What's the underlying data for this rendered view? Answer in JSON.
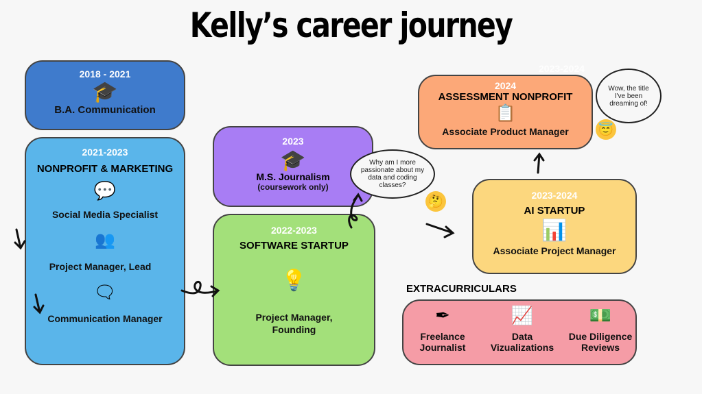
{
  "title": "Kelly’s career journey",
  "education_ba": {
    "years": "2018 - 2021",
    "degree": "B.A. Communication",
    "icon": "graduation-cap-icon"
  },
  "nonprofit_marketing": {
    "years": "2021-2023",
    "heading": "NONPROFIT & MARKETING",
    "roles": [
      "Social Media Specialist",
      "Project Manager, Lead",
      "Communication Manager"
    ]
  },
  "education_ms": {
    "years": "2023",
    "degree": "M.S. Journalism",
    "note": "(coursework only)"
  },
  "software_startup": {
    "years": "2022-2023",
    "heading": "SOFTWARE STARTUP",
    "role_line1": "Project Manager,",
    "role_line2": "Founding"
  },
  "ai_startup": {
    "years": "2023-2024",
    "heading": "AI STARTUP",
    "role": "Associate Project Manager"
  },
  "assessment_nonprofit": {
    "years": "2024",
    "ghost_years": "2023-2024",
    "heading": "ASSESSMENT NONPROFIT",
    "role": "Associate Product Manager"
  },
  "thought_ms": "Why am I more passionate about my data and coding classes?",
  "thought_title": "Wow, the title I've been dreaming of!",
  "extracurriculars": {
    "heading": "EXTRACURRICULARS",
    "items": [
      {
        "line1": "Freelance",
        "line2": "Journalist"
      },
      {
        "line1": "Data",
        "line2": "Vizualizations"
      },
      {
        "line1": "Due Diligence",
        "line2": "Reviews"
      }
    ]
  },
  "colors": {
    "ba": "#3f7bcc",
    "nonprofit": "#5ab5ea",
    "ms": "#a87df4",
    "software": "#a3e07a",
    "ai": "#fcd77e",
    "assessment": "#fca878",
    "extra": "#f59ca6"
  }
}
